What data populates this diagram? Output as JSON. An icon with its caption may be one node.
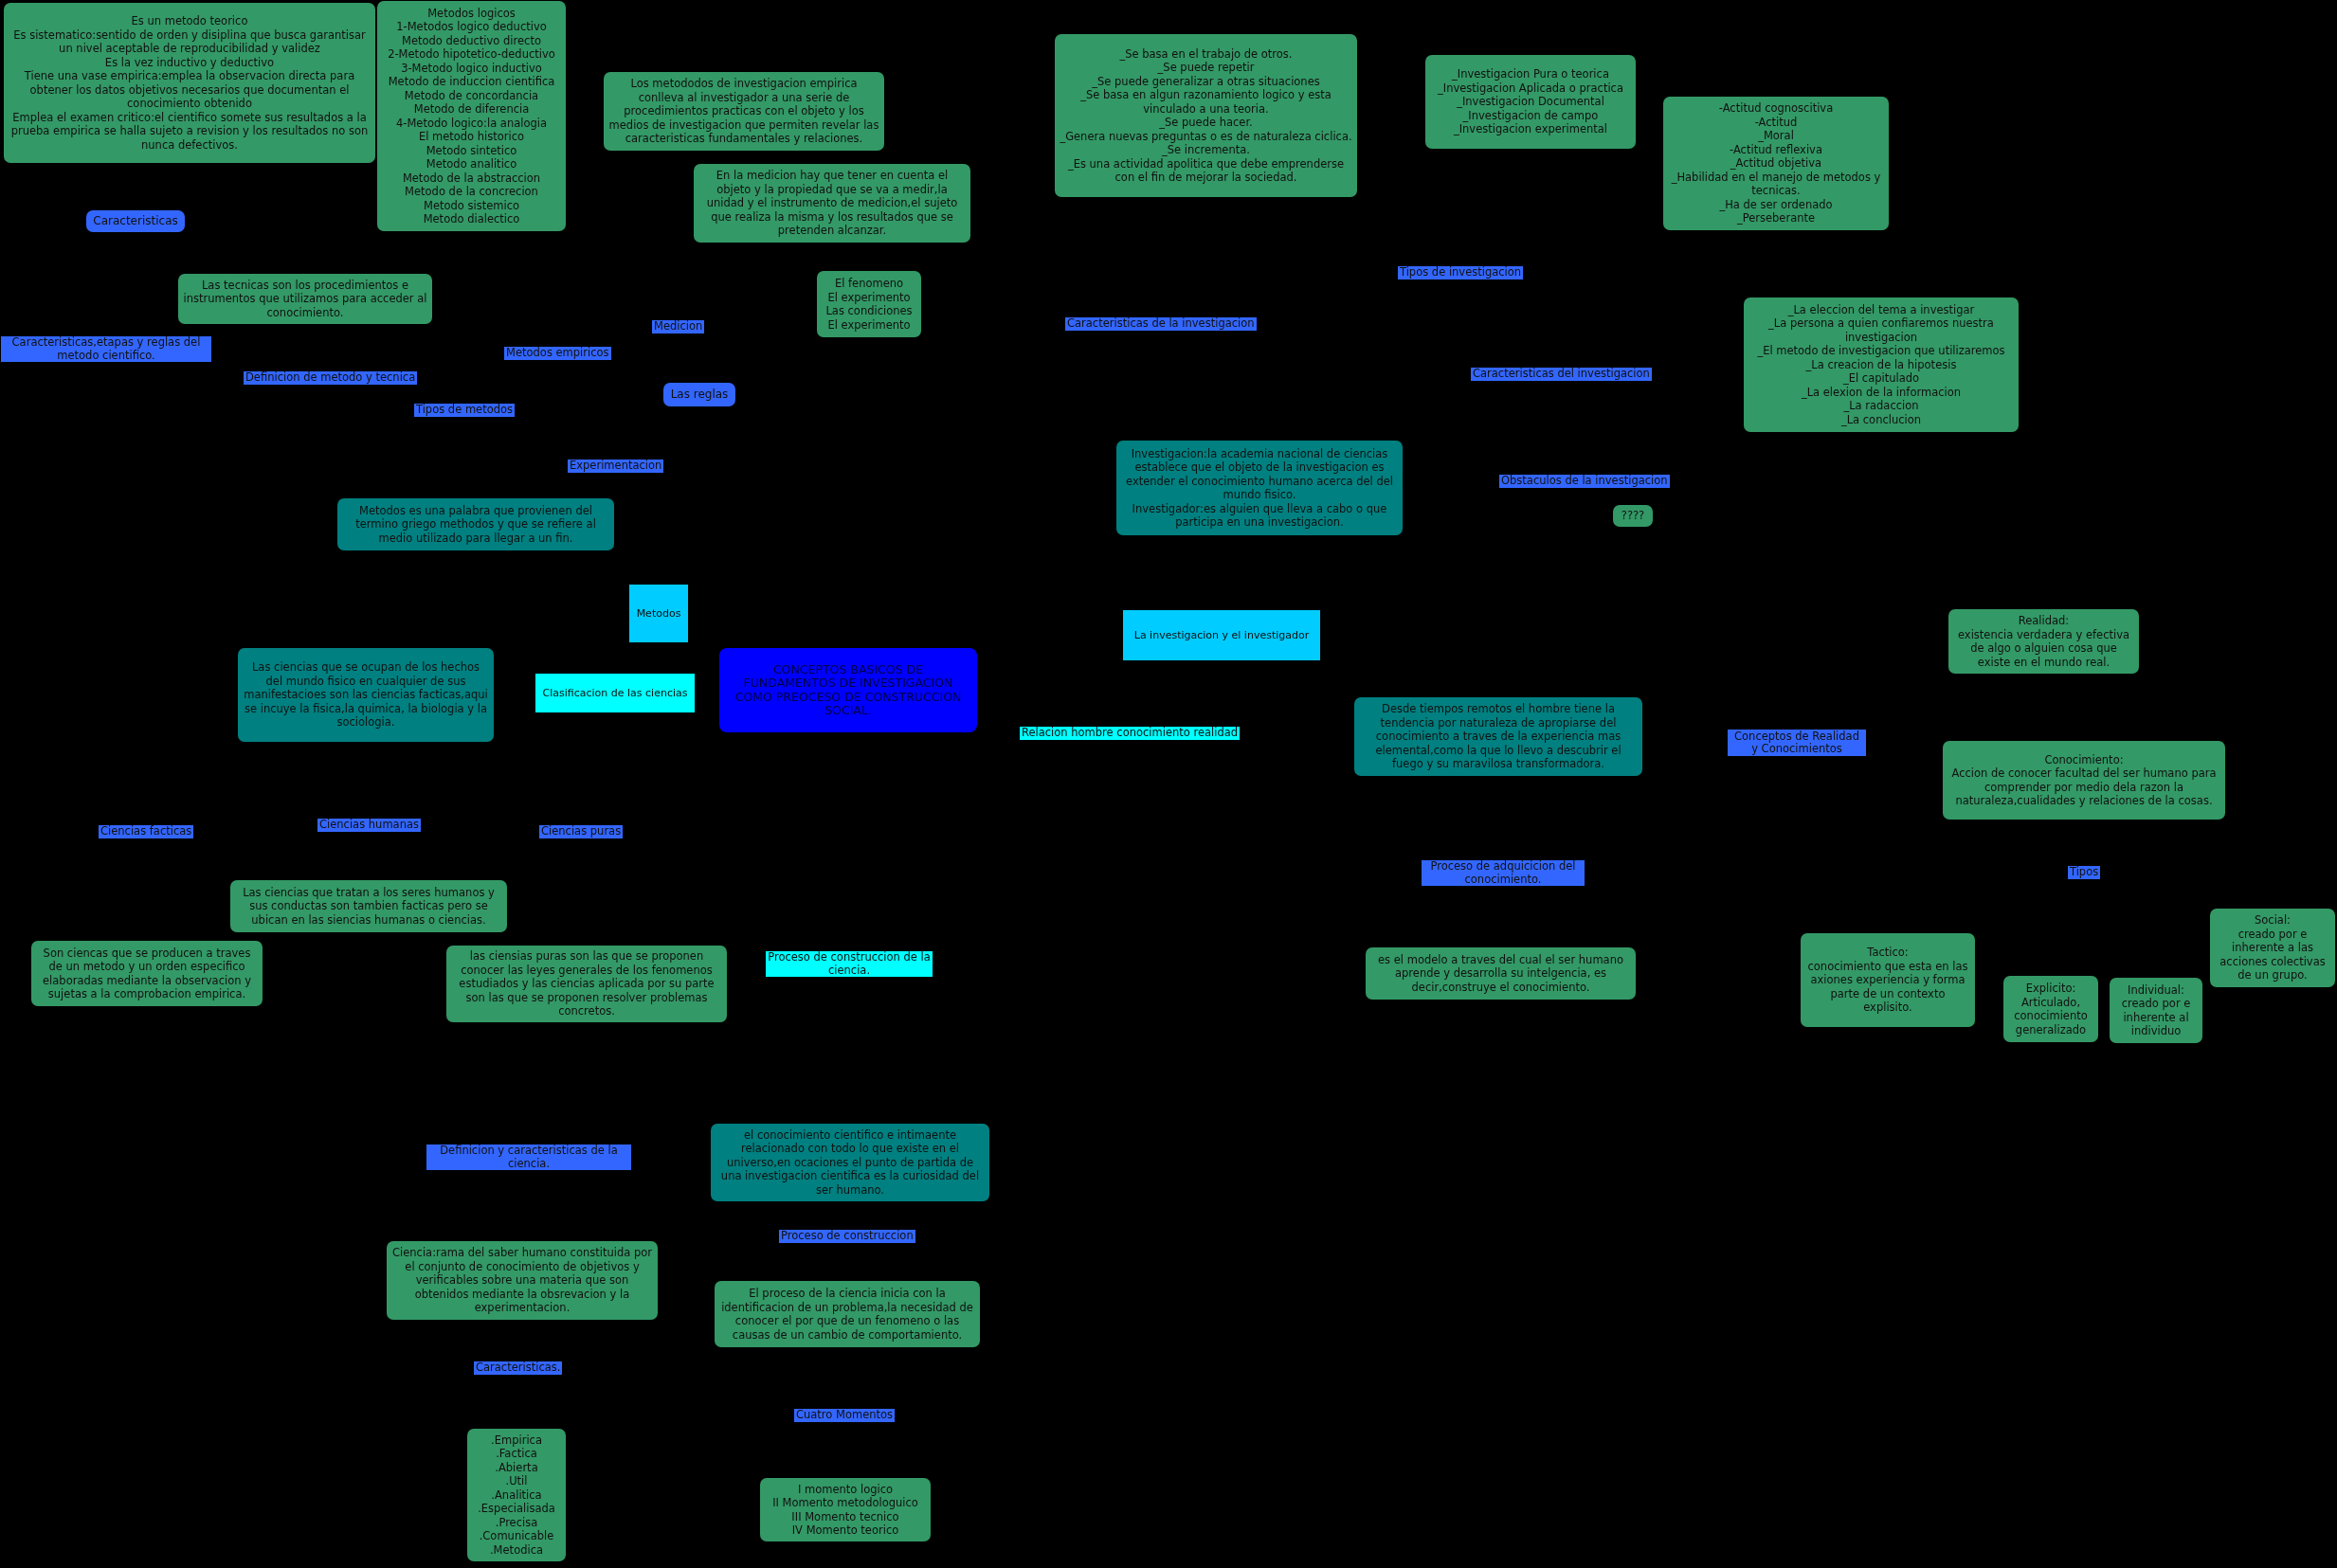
{
  "diagram": {
    "nodes": [
      {
        "text": [
          "Metodos logicos",
          "1-Metodos logico deductivo",
          "Metodo deductivo directo",
          "2-Metodo hipotetico-deductivo",
          "3-Metodo logico inductivo",
          "Metodo de induccion cientifica",
          "Metodo de concordancia",
          "Metodo de diferencia",
          "4-Metodo logico:la analogia",
          "El metodo historico",
          "Metodo sintetico",
          "Metodo analitico",
          "Metodo de la abstraccion",
          "Metodo de la concrecion",
          "Metodo sistemico",
          "Metodo dialectico"
        ]
      },
      {
        "text": [
          "Es un metodo teorico",
          "Es sistematico:sentido de orden y disiplina que busca garantisar un nivel aceptable de reproducibilidad y validez",
          "Es la vez inductivo y deductivo",
          "Tiene una vase empirica:emplea la observacion directa para obtener los datos objetivos necesarios que documentan el conocimiento obtenido",
          "Emplea el examen critico:el cientifico somete sus resultados a la prueba empirica se halla sujeto a revision y los resultados no son nunca defectivos."
        ]
      },
      {
        "text": [
          "_Se basa en el trabajo de otros.",
          "_Se puede repetir",
          "_Se puede generalizar a otras situaciones",
          "_Se basa en algun razonamiento logico y esta vinculado a una teoria.",
          "_Se puede hacer.",
          "_Genera nuevas preguntas o es de naturaleza ciclica.",
          "_Se incrementa.",
          "_Es una actividad apolitica que debe emprenderse con el fin de mejorar la sociedad."
        ]
      },
      {
        "text": [
          "_Investigacion Pura o teorica",
          "_Investigacion Aplicada o practica",
          "_Investigacion Documental",
          "_Investigacion de campo",
          "_Investigacion experimental"
        ]
      },
      {
        "text": [
          "Los metododos de investigacion empirica conlleva al investigador a una serie de procedimientos practicas con el objeto y los medios de investigacion que permiten revelar las caracteristicas fundamentales y relaciones."
        ]
      },
      {
        "text": [
          "-Actitud cognoscitiva",
          "-Actitud",
          "_Moral",
          "-Actitud reflexiva",
          "_Actitud objetiva",
          "_Habilidad en el manejo de metodos y tecnicas.",
          "_Ha de ser ordenado",
          "_Perseberante"
        ]
      },
      {
        "text": [
          "En la medicion hay que tener en cuenta el objeto y la propiedad que se va a medir,la unidad y el instrumento de medicion,el sujeto que realiza la misma y los resultados que se pretenden alcanzar."
        ]
      },
      {
        "text": [
          "Caracteristicas"
        ]
      },
      {
        "text": [
          "Tipos de investigacion"
        ]
      },
      {
        "text": [
          "El fenomeno",
          "El experimento",
          "Las condiciones",
          "El experimento"
        ]
      },
      {
        "text": [
          "Las tecnicas son los procedimientos e instrumentos que utilizamos para acceder al conocimiento."
        ]
      },
      {
        "text": [
          "_La eleccion del tema a investigar",
          "_La persona a quien confiaremos nuestra investigacion",
          "_El metodo de investigacion que utilizaremos",
          "_La creacion de la hipotesis",
          "_El capitulado",
          "_La elexion de la informacion",
          "_La radaccion",
          "_La conclucion"
        ]
      },
      {
        "text": [
          "Caracteristicas de la investigacion"
        ]
      },
      {
        "text": [
          "Medicion"
        ]
      },
      {
        "text": [
          "Caracteristicas,etapas y reglas del metodo cientifico."
        ]
      },
      {
        "text": [
          "Metodos empiricos"
        ]
      },
      {
        "text": [
          "Caracteristicas del investigacion"
        ]
      },
      {
        "text": [
          "Definicion de metodo y tecnica"
        ]
      },
      {
        "text": [
          "Las reglas"
        ]
      },
      {
        "text": [
          "Tipos de metodos"
        ]
      },
      {
        "text": [
          "Investigacion:la academia nacional de ciencias establece que el objeto de la investigacion es extender el conocimiento humano acerca del del mundo fisico.",
          "Investigador:es alguien que lleva a cabo o que participa en una investigacion."
        ]
      },
      {
        "text": [
          "Experimentacion"
        ]
      },
      {
        "text": [
          "Obstaculos de la investigacion"
        ]
      },
      {
        "text": [
          "Metodos es una palabra que provienen del termino griego methodos y que se refiere al medio utilizado para llegar a un fin."
        ]
      },
      {
        "text": [
          "????"
        ]
      },
      {
        "text": [
          "Metodos"
        ]
      },
      {
        "text": [
          "La investigacion y el investigador"
        ]
      },
      {
        "text": [
          "Realidad:",
          "existencia verdadera y efectiva de algo o alguien cosa que existe en el mundo real."
        ]
      },
      {
        "text": [
          "Las ciencias que se ocupan de los hechos del mundo fisico en cualquier de sus manifestacioes son las ciencias facticas,aqui se incuye la fisica,la quimica, la biologia y la sociologia."
        ]
      },
      {
        "text": [
          "CONCEPTOS BASICOS DE FUNDAMENTOS DE INVESTIGACION COMO PREOCESO DE CONSTRUCCION SOCIAL."
        ]
      },
      {
        "text": [
          "Clasificacion de las ciencias"
        ]
      },
      {
        "text": [
          "Desde tiempos remotos el hombre tiene la tendencia por naturaleza de apropiarse del conocimiento a traves de la experiencia mas elemental,como la que lo llevo a descubrir el fuego y su maravilosa transformadora."
        ]
      },
      {
        "text": [
          "Relacion hombre conocimiento realidad"
        ]
      },
      {
        "text": [
          "Conceptos de Realidad y Conocimientos"
        ]
      },
      {
        "text": [
          "Conocimiento:",
          "Accion de conocer facultad del ser humano para comprender por medio dela razon la naturaleza,cualidades y relaciones de la cosas."
        ]
      },
      {
        "text": [
          "Ciencias humanas"
        ]
      },
      {
        "text": [
          "Ciencias facticas"
        ]
      },
      {
        "text": [
          "Ciencias puras"
        ]
      },
      {
        "text": [
          "Proceso de adquicicion del conocimiento."
        ]
      },
      {
        "text": [
          "Tipos"
        ]
      },
      {
        "text": [
          "Las ciencias que tratan a los seres humanos y sus conductas son tambien facticas pero se ubican en las siencias humanas o ciencias."
        ]
      },
      {
        "text": [
          "Social:",
          "creado por e inherente a las acciones colectivas de un grupo."
        ]
      },
      {
        "text": [
          "Tactico:",
          "conocimiento que esta en las axiones experiencia y forma parte de un contexto explisito."
        ]
      },
      {
        "text": [
          "Son ciencas que se producen a traves de un metodo y un orden especifico elaboradas mediante la observacion y sujetas a la comprobacion empirica."
        ]
      },
      {
        "text": [
          "las ciensias puras son las que se proponen conocer las leyes generales de los fenomenos estudiados y las ciencias aplicada por su parte son las que se proponen resolver problemas concretos."
        ]
      },
      {
        "text": [
          "es el modelo a traves del cual el ser humano aprende y desarrolla su intelgencia, es decir,construye el conocimiento."
        ]
      },
      {
        "text": [
          "Proceso de construccion de la ciencia."
        ]
      },
      {
        "text": [
          "Explicito:",
          "Articulado, conocimiento generalizado"
        ]
      },
      {
        "text": [
          "Individual:",
          "creado por e inherente al individuo"
        ]
      },
      {
        "text": [
          "el conocimiento cientifico e intimaente relacionado con todo lo que existe en el universo,en ocaciones el punto de partida de una investigacion cientifica es la curiosidad del ser humano."
        ]
      },
      {
        "text": [
          "Definicion y caracteristicas de la ciencia."
        ]
      },
      {
        "text": [
          "Proceso de construccion"
        ]
      },
      {
        "text": [
          "Ciencia:rama del saber humano constituida por el conjunto de conocimiento de objetivos y verificables sobre una materia que son obtenidos mediante la obsrevacion y la experimentacion."
        ]
      },
      {
        "text": [
          "El proceso de la ciencia inicia con la identificacion de un problema,la necesidad de conocer el por que de un fenomeno o las causas de un cambio de comportamiento."
        ]
      },
      {
        "text": [
          "Caracteristicas."
        ]
      },
      {
        "text": [
          "Cuatro Momentos"
        ]
      },
      {
        "text": [
          ".Empirica",
          ".Factica",
          ".Abierta",
          ".Util",
          ".Analitica",
          ".Especialisada",
          ".Precisa",
          ".Comunicable",
          ".Metodica"
        ]
      },
      {
        "text": [
          "I momento logico",
          "II Momento metodologuico",
          "III Momento tecnico",
          "IV Momento teorico"
        ]
      }
    ]
  }
}
